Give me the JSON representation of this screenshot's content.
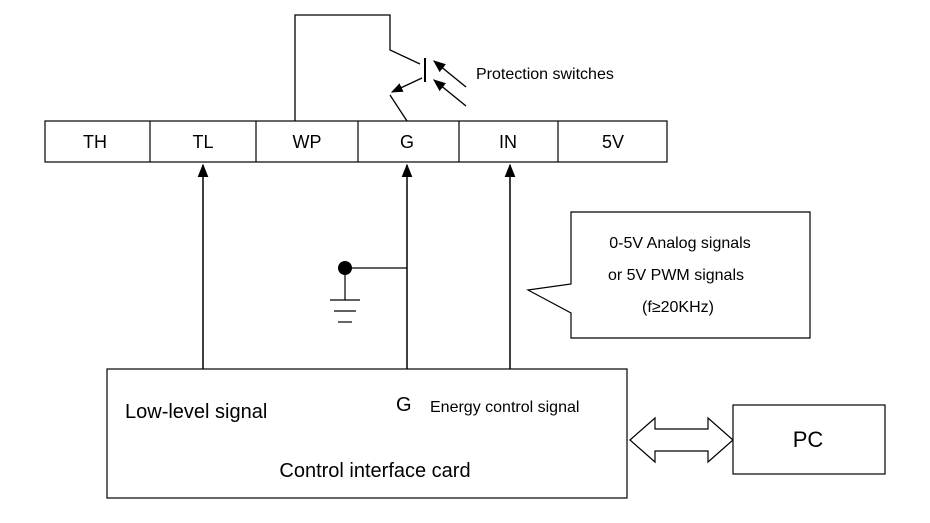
{
  "terminals": [
    "TH",
    "TL",
    "WP",
    "G",
    "IN",
    "5V"
  ],
  "protection_label": "Protection switches",
  "callout": {
    "line1": "0-5V Analog signals",
    "line2": "or 5V PWM signals",
    "line3": "(f≥20KHz)"
  },
  "card": {
    "title": "Control interface card",
    "low_level": "Low-level signal",
    "g_label": "G",
    "energy": "Energy control signal"
  },
  "pc_label": "PC"
}
